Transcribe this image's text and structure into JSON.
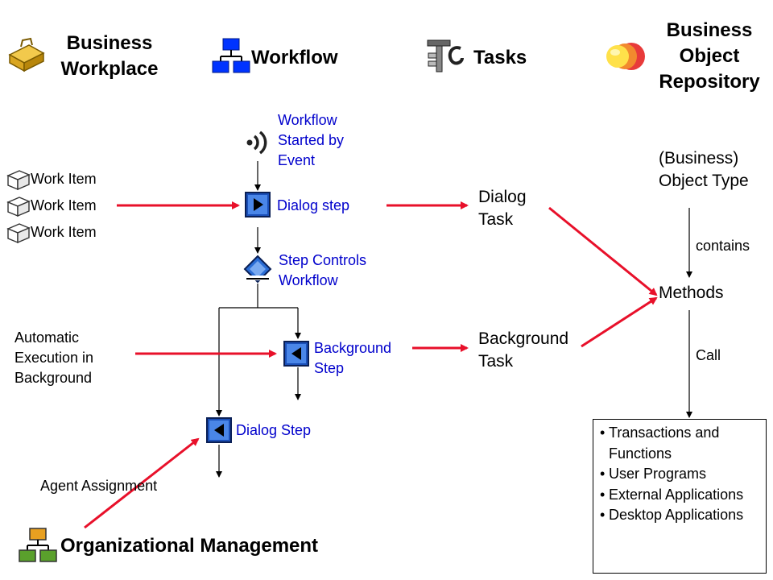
{
  "headers": {
    "business_workplace": "Business Workplace",
    "workflow": "Workflow",
    "tasks": "Tasks",
    "bor": "Business Object Repository"
  },
  "workplace": {
    "work_items": [
      "Work Item",
      "Work Item",
      "Work Item"
    ],
    "automatic_execution": "Automatic Execution in Background",
    "agent_assignment": "Agent Assignment"
  },
  "workflow": {
    "started_by_event": "Workflow Started by Event",
    "dialog_step": "Dialog step",
    "step_controls": "Step Controls Workflow",
    "background_step": "Background Step",
    "dialog_step_2": "Dialog Step"
  },
  "tasks": {
    "dialog_task": "Dialog Task",
    "background_task": "Background Task"
  },
  "bor": {
    "object_type": "(Business) Object Type",
    "contains": "contains",
    "methods": "Methods",
    "call": "Call",
    "call_targets": [
      "Transactions and Functions",
      "User Programs",
      "External Applications",
      "Desktop Applications"
    ]
  },
  "org_management": "Organizational Management",
  "colors": {
    "arrow_red": "#e8102a",
    "step_blue": "#0000cc"
  },
  "icons": [
    "briefcase-icon",
    "workflow-hierarchy-icon",
    "tasks-icon",
    "bor-object-icon",
    "work-item-icon",
    "event-icon",
    "dialog-step-icon",
    "step-controls-icon",
    "background-step-icon",
    "org-management-icon"
  ]
}
